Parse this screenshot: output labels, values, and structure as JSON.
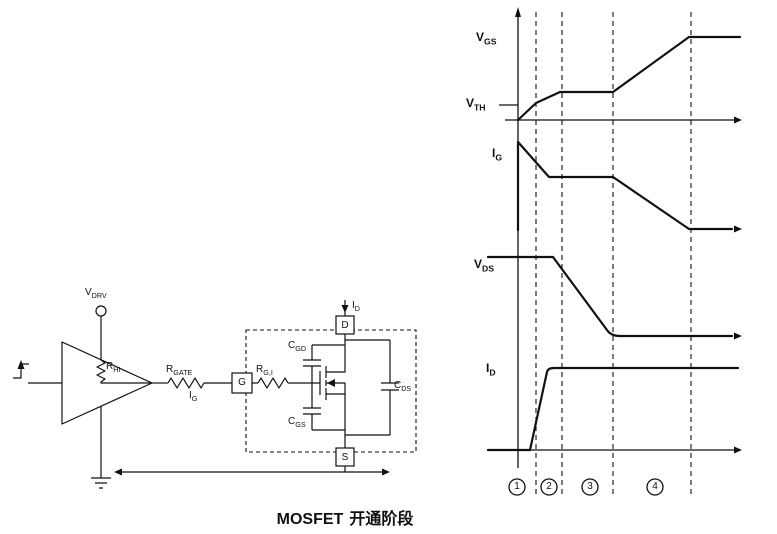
{
  "caption": {
    "en": "MOSFET",
    "zh": "开通阶段"
  },
  "waveform_panel": {
    "labels": {
      "vgs": {
        "base": "V",
        "sub": "GS"
      },
      "vth": {
        "base": "V",
        "sub": "TH"
      },
      "ig": {
        "base": "I",
        "sub": "G"
      },
      "vds": {
        "base": "V",
        "sub": "DS"
      },
      "id": {
        "base": "I",
        "sub": "D"
      }
    },
    "phases": [
      "1",
      "2",
      "3",
      "4"
    ]
  },
  "circuit": {
    "labels": {
      "vdrv": {
        "base": "V",
        "sub": "DRV"
      },
      "rhi": {
        "base": "R",
        "sub": "HI"
      },
      "rgate": {
        "base": "R",
        "sub": "GATE"
      },
      "ig": {
        "base": "I",
        "sub": "G"
      },
      "rgi": {
        "base": "R",
        "sub": "G,I"
      },
      "cgd": {
        "base": "C",
        "sub": "GD"
      },
      "cgs": {
        "base": "C",
        "sub": "GS"
      },
      "cds": {
        "base": "C",
        "sub": "DS"
      },
      "id": {
        "base": "I",
        "sub": "D"
      },
      "gate_terminal": "G",
      "drain_terminal": "D",
      "source_terminal": "S"
    }
  },
  "colors": {
    "line": "#111111",
    "background": "#ffffff"
  }
}
